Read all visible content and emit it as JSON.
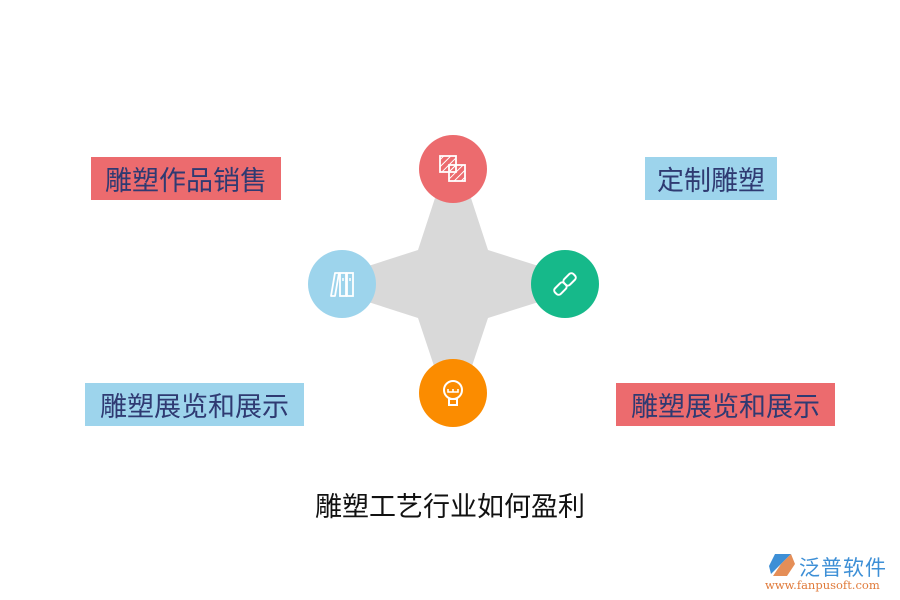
{
  "diagram": {
    "title": "雕塑工艺行业如何盈利",
    "center_shape_color": "#d9d9d9",
    "nodes": [
      {
        "position": "top",
        "icon": "layers-icon",
        "color": "#ec6b6e"
      },
      {
        "position": "left",
        "icon": "books-icon",
        "color": "#9dd4ec"
      },
      {
        "position": "right",
        "icon": "link-icon",
        "color": "#16b98a"
      },
      {
        "position": "bottom",
        "icon": "lightbulb-icon",
        "color": "#fb8c00"
      }
    ],
    "labels": [
      {
        "position": "top-left",
        "text": "雕塑作品销售",
        "bg": "#ec6b6e"
      },
      {
        "position": "top-right",
        "text": "定制雕塑",
        "bg": "#9dd4ec"
      },
      {
        "position": "bottom-left",
        "text": "雕塑展览和展示",
        "bg": "#9dd4ec"
      },
      {
        "position": "bottom-right",
        "text": "雕塑展览和展示",
        "bg": "#ec6b6e"
      }
    ]
  },
  "watermark": {
    "name": "泛普软件",
    "url": "www.fanpusoft.com"
  }
}
